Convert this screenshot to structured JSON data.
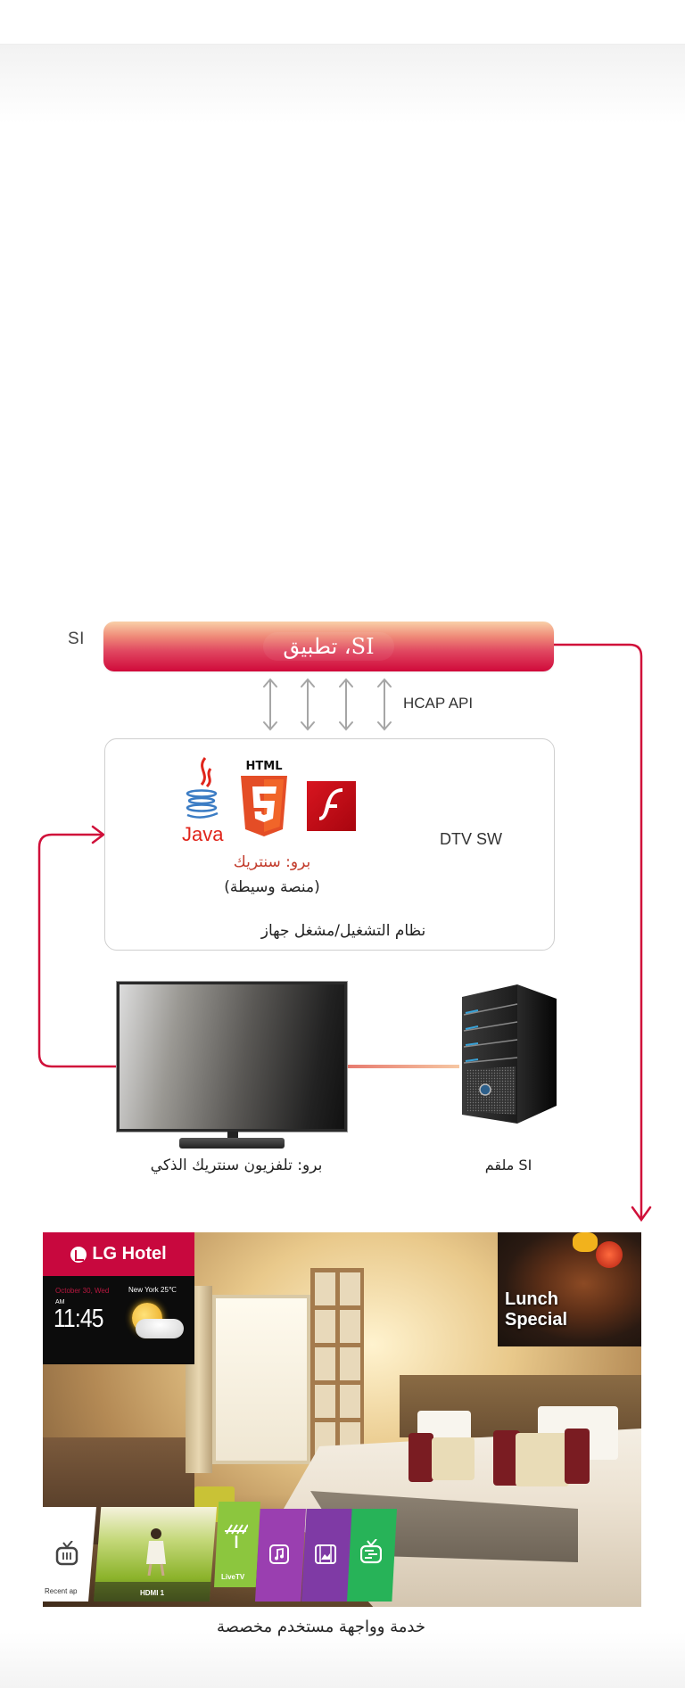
{
  "diagram": {
    "si_side_label": "SI",
    "si_app_bar": {
      "label": "SI، تطبيق",
      "gradient_top": "#f9d0a8",
      "gradient_bottom": "#d0093a"
    },
    "api": {
      "label": "HCAP API",
      "arrow_count": 4
    },
    "middleware_box": {
      "logos": [
        "Java",
        "HTML5",
        "Flash"
      ],
      "html5_caption": "HTML",
      "java_caption": "Java",
      "right_label": "DTV SW",
      "pro_centric": "برو: سنتريك",
      "middleware": "(منصة وسيطة)",
      "os_player": "نظام التشغيل/مشغل جهاز"
    },
    "devices": {
      "tv_label": "برو: تلفزيون سنتريك الذكي",
      "server_label": "SI ملقم"
    },
    "colors": {
      "connector_red": "#d0103a",
      "connector_peach": "#f0a48a",
      "box_border": "#cfcfcf",
      "pro_centric_text": "#c23a2a"
    }
  },
  "hotel_ui": {
    "brand": "LG Hotel",
    "date": "October 30, Wed",
    "ampm": "AM",
    "time": "11:45",
    "weather": "New York 25℃",
    "promo_line1": "Lunch",
    "promo_line2": "Special",
    "launcher": [
      {
        "id": "recent",
        "label": "Recent ap",
        "icon": "tv-icon",
        "color": "#ffffff"
      },
      {
        "id": "hdmi",
        "label": "HDMI 1",
        "icon": "thumbnail",
        "color": "#8cb32b"
      },
      {
        "id": "livetv",
        "label": "LiveTV",
        "icon": "antenna-icon",
        "color": "#8cc63e"
      },
      {
        "id": "music",
        "label": "",
        "icon": "music-icon",
        "color": "#9a3fb0"
      },
      {
        "id": "photo",
        "label": "",
        "icon": "photo-video-icon",
        "color": "#7f3aa5"
      },
      {
        "id": "channel",
        "label": "",
        "icon": "channel-guide-icon",
        "color": "#27b358"
      }
    ],
    "brand_color": "#c8083e"
  },
  "caption": "خدمة وواجهة مستخدم مخصصة"
}
